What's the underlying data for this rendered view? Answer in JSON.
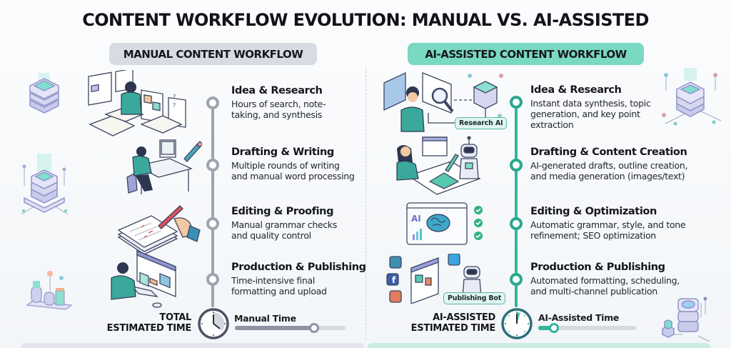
{
  "title": "CONTENT WORKFLOW EVOLUTION: MANUAL VS. AI-ASSISTED",
  "colors": {
    "manual_accent": "#9ea3b0",
    "manual_header_bg": "#d9dbe3",
    "ai_accent": "#2aa88e",
    "ai_header_bg": "#79d9c2",
    "background": "#f5f7fa"
  },
  "manual": {
    "header": "MANUAL CONTENT WORKFLOW",
    "steps": [
      {
        "title": "Idea & Research",
        "description_lines": [
          "Hours of search, note-",
          "taking, and synthesis"
        ],
        "illustration": "person-with-books-and-screens"
      },
      {
        "title": "Drafting & Writing",
        "description_lines": [
          "Multiple rounds of writing",
          "and manual word processing"
        ],
        "illustration": "person-at-desk-computer-with-pencil"
      },
      {
        "title": "Editing & Proofing",
        "description_lines": [
          "Manual grammar checks",
          "and quality control"
        ],
        "illustration": "hand-editing-papers-red-pen"
      },
      {
        "title": "Production & Publishing",
        "description_lines": [
          "Time-intensive final",
          "formatting and upload"
        ],
        "illustration": "person-at-monitor-layout"
      }
    ],
    "total": {
      "label_lines": [
        "TOTAL",
        "ESTIMATED TIME"
      ],
      "time_label": "Manual Time",
      "slider_percent": 82,
      "clock_icon": "clock-icon"
    }
  },
  "ai": {
    "header": "AI-ASSISTED CONTENT WORKFLOW",
    "steps": [
      {
        "title": "Idea & Research",
        "description_lines": [
          "Instant data synthesis, topic",
          "generation, and key point",
          "extraction"
        ],
        "illustration": "person-with-magnifier-and-server",
        "tag": "Research AI"
      },
      {
        "title": "Drafting & Content Creation",
        "description_lines": [
          "AI-generated drafts, outline creation,",
          "and media generation (images/text)"
        ],
        "illustration": "person-and-robot-drawing-tablet"
      },
      {
        "title": "Editing & Optimization",
        "description_lines": [
          "Automatic grammar, style, and tone",
          "refinement; SEO optimization"
        ],
        "illustration": "ai-brain-dashboard-checkmarks",
        "badge": "AI"
      },
      {
        "title": "Production & Publishing",
        "description_lines": [
          "Automated formatting, scheduling,",
          "and multi-channel publication"
        ],
        "illustration": "robot-publishing-social-channels",
        "tag": "Publishing Bot"
      }
    ],
    "total": {
      "label_lines": [
        "AI-ASSISTED",
        "ESTIMATED TIME"
      ],
      "time_label": "AI-Assisted Time",
      "slider_percent": 14,
      "clock_icon": "clock-icon"
    }
  },
  "decorations": [
    "server-stack-icon",
    "server-stack-network-icon",
    "database-cylinders-icon",
    "server-stack-icon"
  ]
}
